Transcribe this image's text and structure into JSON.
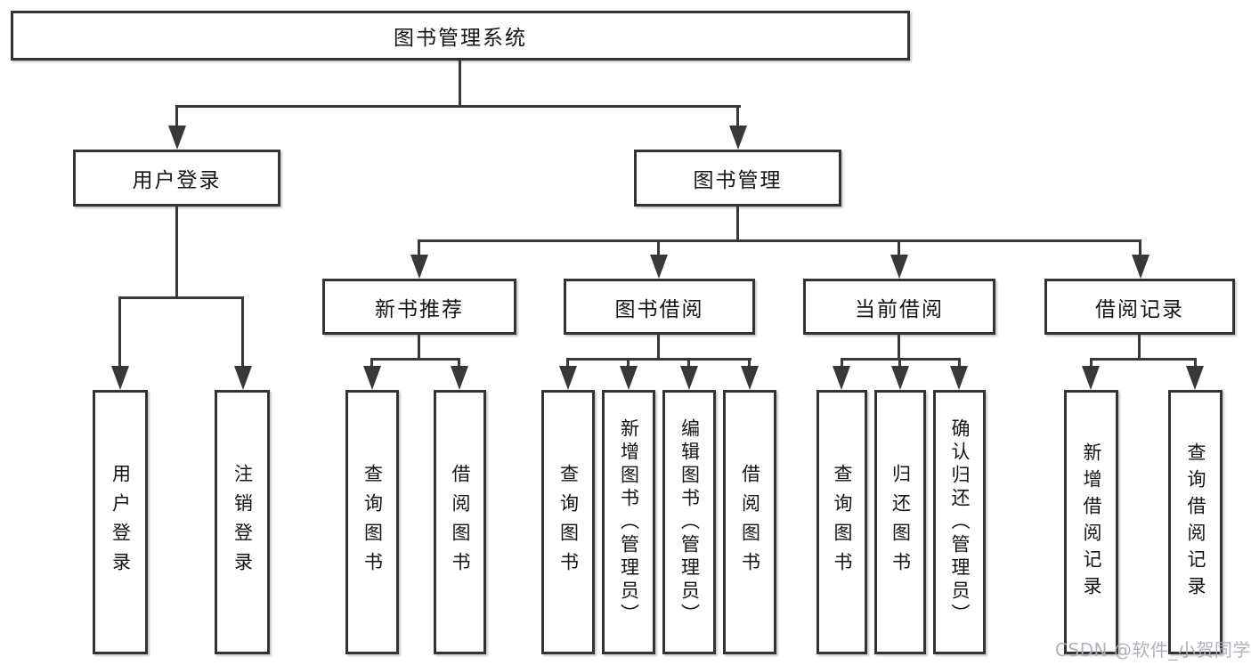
{
  "diagram": {
    "title": "图书管理系统",
    "root": {
      "label": "图书管理系统"
    },
    "level2": [
      {
        "label": "用户登录",
        "children": [
          {
            "label": "用户登录"
          },
          {
            "label": "注销登录"
          }
        ]
      },
      {
        "label": "图书管理",
        "children": [
          {
            "label": "新书推荐",
            "children": [
              {
                "label": "查询图书"
              },
              {
                "label": "借阅图书"
              }
            ]
          },
          {
            "label": "图书借阅",
            "children": [
              {
                "label": "查询图书"
              },
              {
                "label": "新增图书（管理员）"
              },
              {
                "label": "编辑图书（管理员）"
              },
              {
                "label": "借阅图书"
              }
            ]
          },
          {
            "label": "当前借阅",
            "children": [
              {
                "label": "查询图书"
              },
              {
                "label": "归还图书"
              },
              {
                "label": "确认归还（管理员）"
              }
            ]
          },
          {
            "label": "借阅记录",
            "children": [
              {
                "label": "新增借阅记录"
              },
              {
                "label": "查询借阅记录"
              }
            ]
          }
        ]
      }
    ],
    "watermark": "CSDN @软件_小贺同学"
  },
  "colors": {
    "line": "#383838",
    "box_border": "#333333",
    "box_fill": "#ffffff",
    "text": "#141414",
    "watermark": "#abafb5"
  }
}
